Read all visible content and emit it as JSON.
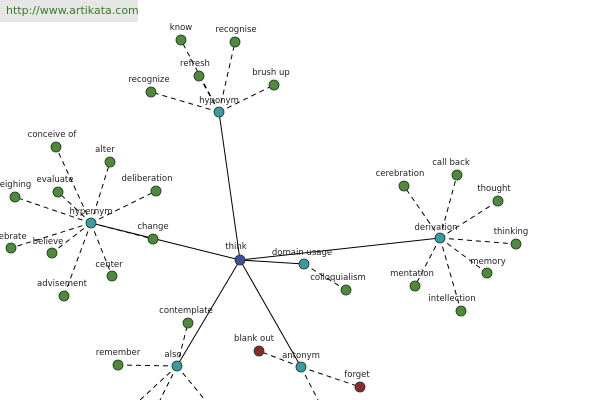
{
  "watermark": "http://www.artikata.com",
  "colors": {
    "center": "#3d4f9a",
    "relation": "#3c9aa3",
    "word": "#4f8a3c",
    "antonym_word": "#8a2a2a"
  },
  "graph": {
    "center": {
      "id": "think",
      "label": "think"
    },
    "relations": [
      {
        "id": "hyponym",
        "label": "hyponym",
        "words": [
          "know",
          "recognise",
          "refresh",
          "recognize",
          "brush up"
        ]
      },
      {
        "id": "hypernym",
        "label": "hypernym",
        "words": [
          "conceive of",
          "alter",
          "evaluate",
          "deliberation",
          "weighing",
          "change",
          "rebrate",
          "believe",
          "center",
          "advisement"
        ]
      },
      {
        "id": "derivation",
        "label": "derivation",
        "words": [
          "cerebration",
          "call back",
          "thought",
          "thinking",
          "memory",
          "intellection",
          "mentation"
        ]
      },
      {
        "id": "domain-usage",
        "label": "domain usage",
        "words": [
          "colloquialism"
        ]
      },
      {
        "id": "also",
        "label": "also",
        "words": [
          "contemplate",
          "remember"
        ]
      },
      {
        "id": "antonym",
        "label": "antonym",
        "words": [
          "blank out",
          "forget"
        ]
      }
    ]
  }
}
